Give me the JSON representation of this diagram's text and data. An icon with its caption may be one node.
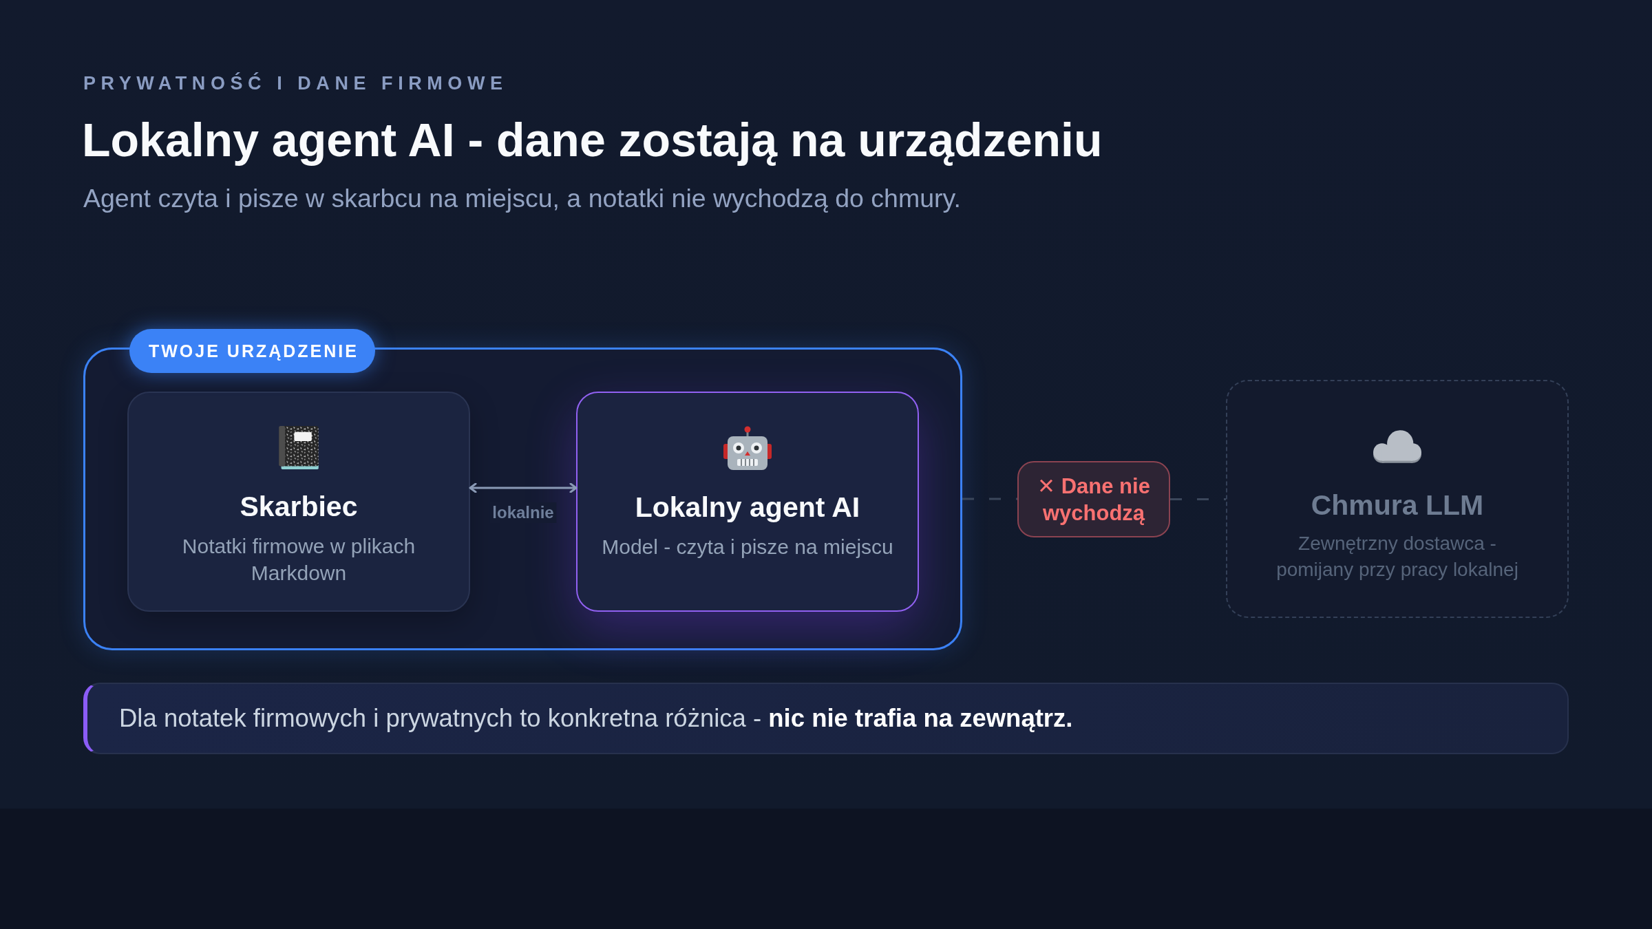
{
  "diagram": {
    "title": "Lokalny agent AI - dane zostają na urządzeniu",
    "nodes": [
      {
        "text": [
          "TWOJE URZĄDZENIE"
        ]
      },
      {
        "text": [
          "Skarbiec",
          "Notatki firmowe w plikach Markdown"
        ],
        "in": 0
      },
      {
        "text": [
          "Lokalny agent AI",
          "Model - czyta i pisze na miejscu"
        ],
        "in": 0
      },
      {
        "text": [
          "✕ Dane nie wychodzą"
        ]
      },
      {
        "text": [
          "Chmura LLM",
          "Zewnętrzny dostawca - pomijany przy pracy lokalnej"
        ]
      },
      {
        "text": [
          "Dla notatek firmowych i prywatnych to konkretna różnica - **nic nie trafia na zewnątrz.**"
        ]
      }
    ],
    "edges": [
      {
        "from": 1,
        "to": 2,
        "arrow": "both",
        "label": "lokalnie",
        "color": "#8a9ab5"
      },
      {
        "from": 0,
        "to": 3,
        "arrow": "none",
        "style": "dashed"
      },
      {
        "from": 3,
        "to": 4,
        "arrow": "none",
        "style": "dashed"
      }
    ],
    "labels": [
      "PRYWATNOŚĆ I DANE FIRMOWE",
      "Agent czyta i pisze w skarbcu na miejscu, a notatki nie wychodzą do chmury."
    ]
  }
}
